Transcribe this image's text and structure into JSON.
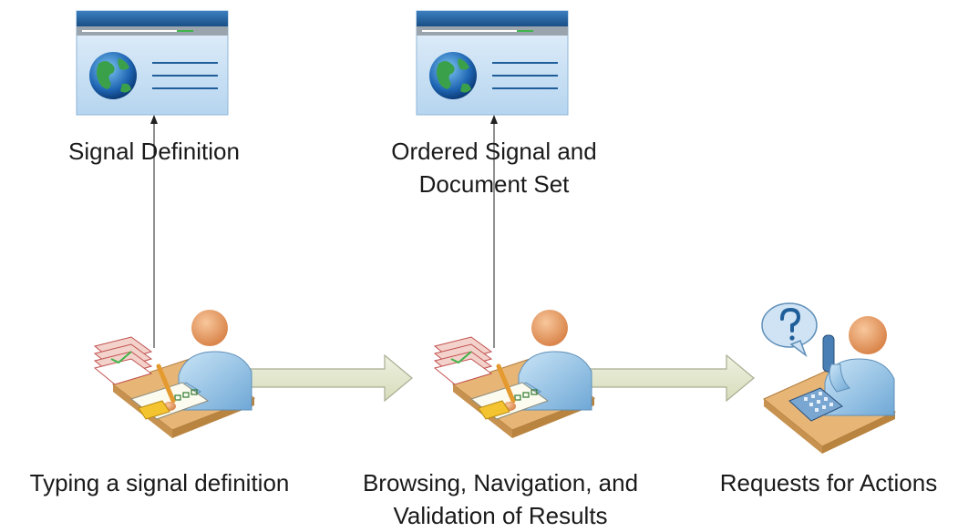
{
  "nodes": {
    "signal_definition": {
      "label": "Signal Definition"
    },
    "ordered_set": {
      "label_line1": "Ordered Signal and",
      "label_line2": "Document Set"
    },
    "typing": {
      "label": "Typing a signal definition"
    },
    "browsing": {
      "label_line1": "Browsing, Navigation, and",
      "label_line2": "Validation of Results"
    },
    "requests": {
      "label": "Requests for Actions"
    }
  },
  "icons": {
    "window": "browser-window-icon",
    "globe": "globe-icon",
    "worker_desk": "person-at-desk-icon",
    "phone_user": "person-on-phone-icon",
    "question": "question-speech-bubble-icon"
  },
  "colors": {
    "window_title": "#1f5e99",
    "window_body": "#cfe3f5",
    "arrow_fill": "#e3e8cf",
    "arrow_stroke": "#a8ad92",
    "skin": "#f0a668",
    "shirt": "#9ec9e8",
    "desk": "#d9a05b"
  }
}
